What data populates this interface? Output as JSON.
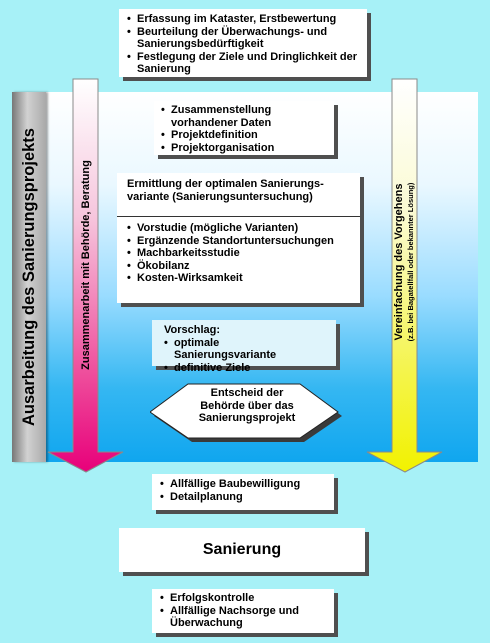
{
  "top_box": {
    "items": [
      "Erfassung im Kataster, Erstbewertung",
      "Beurteilung der Überwachungs- und Sanierungsbedürftigkeit",
      "Festlegung der Ziele und Dringlichkeit der Sanierung"
    ]
  },
  "side_label": "Ausarbeitung des Sanierungsprojekts",
  "left_arrow_label": "Zusammenarbeit mit Behörde, Beratung",
  "right_arrow": {
    "label": "Vereinfachung des Vorgehens",
    "sublabel": "(z.B. bei Bagatellfall oder bekannter Lösung)"
  },
  "data_box": {
    "items": [
      "Zusammenstellung vorhandener Daten",
      "Projektdefinition",
      "Projektorganisation"
    ]
  },
  "variant_box": {
    "title": "Ermittlung der optimalen Sanierungs-variante (Sanierungsuntersuchung)",
    "items": [
      "Vorstudie (mögliche Varianten)",
      "Ergänzende Standortuntersuchungen",
      "Machbarkeitsstudie",
      "Ökobilanz",
      "Kosten-Wirksamkeit"
    ]
  },
  "proposal_box": {
    "title": "Vorschlag:",
    "items": [
      "optimale Sanierungsvariante",
      "definitive Ziele"
    ]
  },
  "decision": {
    "text": "Entscheid der Behörde über das Sanierungsprojekt"
  },
  "permit_box": {
    "items": [
      "Allfällige Baubewilligung",
      "Detailplanung"
    ]
  },
  "remediation_box": {
    "title": "Sanierung"
  },
  "followup_box": {
    "items": [
      "Erfolgskontrolle",
      "Allfällige Nachsorge und Überwachung"
    ]
  },
  "colors": {
    "background": "#a7f1f7",
    "left_arrow_top": "#ffffff",
    "left_arrow_bottom": "#e8007a",
    "right_arrow_top": "#ffffff",
    "right_arrow_bottom": "#f2f200",
    "panel_bottom": "#10a6ef"
  }
}
